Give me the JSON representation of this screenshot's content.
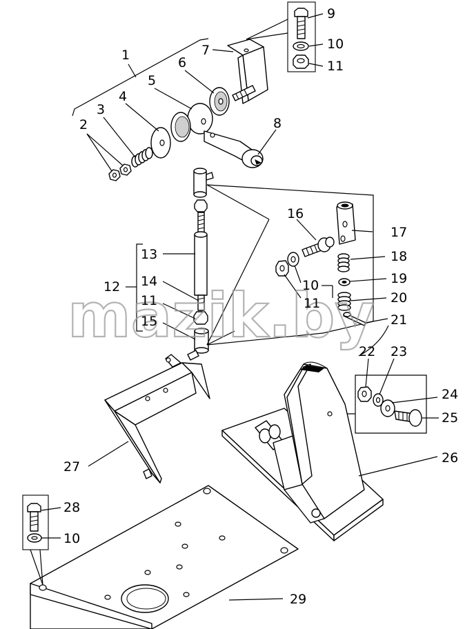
{
  "watermark": "mazik.by",
  "callouts": {
    "c1": "1",
    "c2": "2",
    "c3": "3",
    "c4": "4",
    "c5": "5",
    "c6": "6",
    "c7": "7",
    "c8": "8",
    "c9": "9",
    "c10a": "10",
    "c11a": "11",
    "c12": "12",
    "c13": "13",
    "c14": "14",
    "c11b": "11",
    "c15": "15",
    "c16": "16",
    "c17": "17",
    "c18": "18",
    "c10b": "10",
    "c11c": "11",
    "c19": "19",
    "c20": "20",
    "c21": "21",
    "c22": "22",
    "c23": "23",
    "c24": "24",
    "c25": "25",
    "c26": "26",
    "c27": "27",
    "c28": "28",
    "c10c": "10",
    "c29": "29"
  }
}
